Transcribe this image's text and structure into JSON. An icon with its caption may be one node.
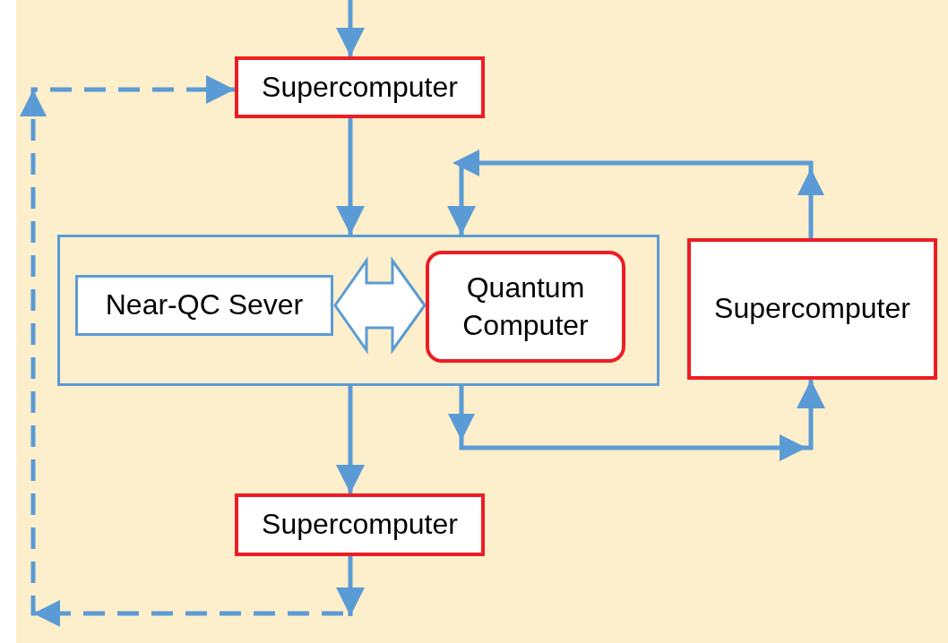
{
  "diagram": {
    "nodes": [
      {
        "text": [
          "Supercomputer"
        ]
      },
      {
        "text": [],
        "shape": "box"
      },
      {
        "text": [
          "Near-QC Sever"
        ],
        "in": 1
      },
      {
        "text": [
          "Quantum Computer"
        ],
        "in": 1
      },
      {
        "text": [
          "Supercomputer"
        ]
      },
      {
        "text": [
          "Supercomputer"
        ]
      }
    ],
    "edges": [
      {
        "from": null,
        "to": 0,
        "arrow": "to"
      },
      {
        "from": 0,
        "to": 1,
        "arrow": "to"
      },
      {
        "from": 1,
        "to": 5,
        "arrow": "to"
      },
      {
        "from": 2,
        "to": 3,
        "arrow": "both"
      },
      {
        "from": 5,
        "to": null,
        "arrow": "to"
      },
      {
        "from": null,
        "to": 0,
        "arrow": "to",
        "style": "dashed"
      },
      {
        "from": 1,
        "to": 4,
        "arrow": "to"
      },
      {
        "from": 4,
        "to": 1,
        "arrow": "to"
      }
    ]
  }
}
